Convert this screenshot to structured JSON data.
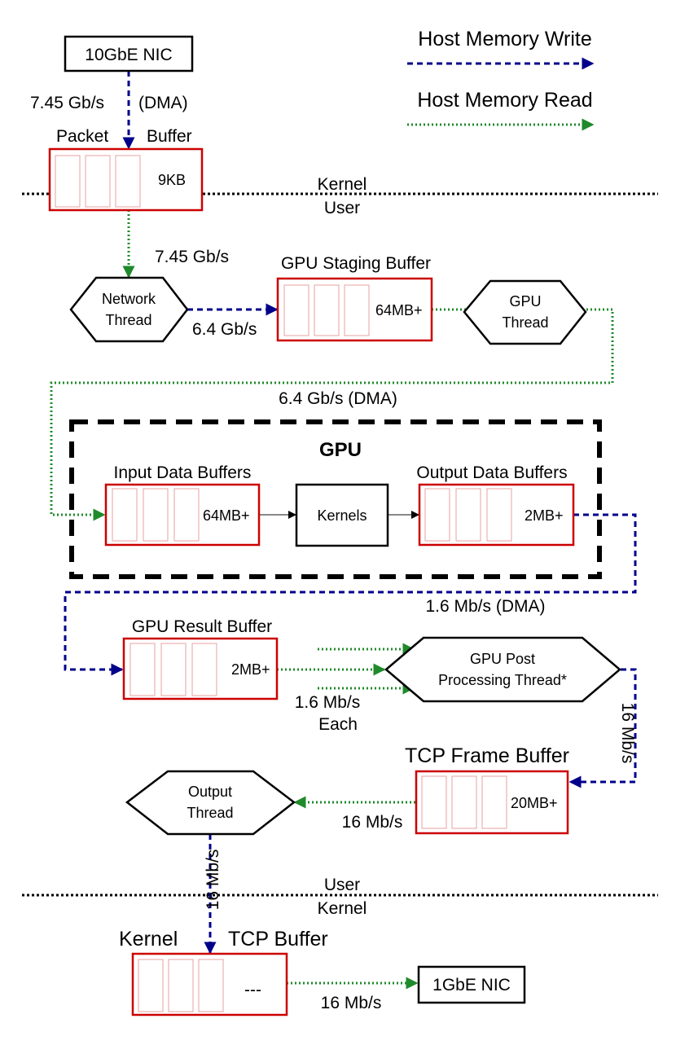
{
  "legend": {
    "write": "Host Memory Write",
    "read": "Host Memory Read"
  },
  "nodes": {
    "nic10": "10GbE NIC",
    "packet_buffer": {
      "left": "Packet",
      "right": "Buffer",
      "size": "9KB"
    },
    "network_thread": [
      "Network",
      "Thread"
    ],
    "gpu_staging": {
      "title": "GPU Staging Buffer",
      "size": "64MB+"
    },
    "gpu_thread": [
      "GPU",
      "Thread"
    ],
    "gpu": {
      "title": "GPU",
      "input_title": "Input Data Buffers",
      "input_size": "64MB+",
      "kernels": "Kernels",
      "output_title": "Output Data Buffers",
      "output_size": "2MB+"
    },
    "gpu_result": {
      "title": "GPU Result Buffer",
      "size": "2MB+"
    },
    "post_thread": [
      "GPU Post",
      "Processing Thread*"
    ],
    "tcp_frame": {
      "title": "TCP Frame Buffer",
      "size": "20MB+"
    },
    "output_thread": [
      "Output",
      "Thread"
    ],
    "tcp_buffer": {
      "left": "Kernel",
      "right": "TCP Buffer",
      "size": "---"
    },
    "nic1": "1GbE NIC"
  },
  "boundaries": {
    "top": [
      "Kernel",
      "User"
    ],
    "bottom": [
      "User",
      "Kernel"
    ]
  },
  "rates": {
    "nic_dma": "7.45 Gb/s",
    "dma_tag": "(DMA)",
    "packet_to_network": "7.45 Gb/s",
    "network_to_staging": "6.4 Gb/s",
    "staging_to_gpu": "6.4 Gb/s (DMA)",
    "gpu_to_result": "1.6 Mb/s (DMA)",
    "post_inputs": [
      "1.6 Mb/s",
      "Each"
    ],
    "post_to_frame": "16 Mb/s",
    "frame_to_output": "16 Mb/s",
    "output_to_kernel": "16 Mb/s",
    "tcp_to_nic": "16 Mb/s"
  },
  "colors": {
    "write": "#00008b",
    "read": "#1f8a2b",
    "buffer_border": "#cc0000"
  }
}
